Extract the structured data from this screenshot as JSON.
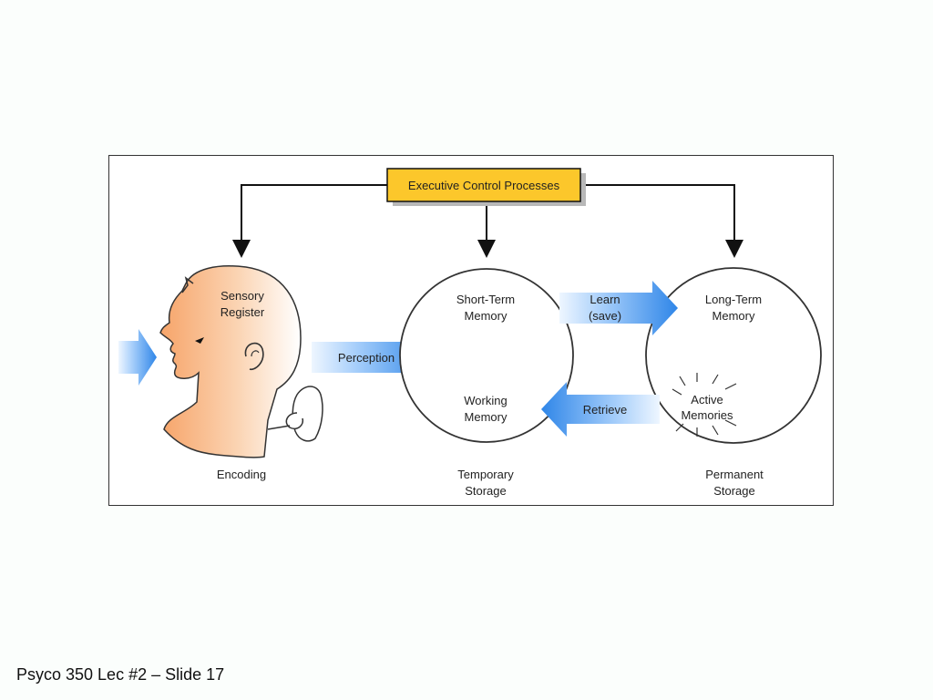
{
  "diagram": {
    "executive": "Executive Control Processes",
    "sensory_register": [
      "Sensory",
      "Register"
    ],
    "perception": "Perception",
    "short_term_memory": [
      "Short-Term",
      "Memory"
    ],
    "working_memory": [
      "Working",
      "Memory"
    ],
    "learn": [
      "Learn",
      "(save)"
    ],
    "retrieve": "Retrieve",
    "long_term_memory": [
      "Long-Term",
      "Memory"
    ],
    "active_memories": [
      "Active",
      "Memories"
    ],
    "encoding": "Encoding",
    "temporary_storage": [
      "Temporary",
      "Storage"
    ],
    "permanent_storage": [
      "Permanent",
      "Storage"
    ]
  },
  "colors": {
    "executive_box": "#fcc72b",
    "arrow_blue": "#2f86e8",
    "head_fill": "#f7b985"
  },
  "footer": "Psyco 350 Lec #2 – Slide 17"
}
